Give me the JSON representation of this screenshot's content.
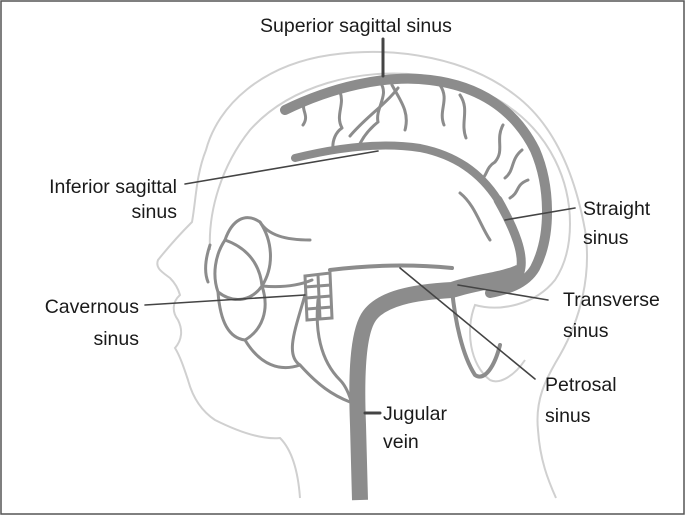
{
  "diagram": {
    "colors": {
      "outline": "#cfcfcf",
      "vessel": "#8c8c8c",
      "leader": "#444444",
      "frame": "#555555",
      "text": "#1a1a1a"
    },
    "labels": {
      "superior_sagittal": "Superior sagittal sinus",
      "inferior_sagittal_1": "Inferior sagittal",
      "inferior_sagittal_2": "sinus",
      "straight_1": "Straight",
      "straight_2": "sinus",
      "cavernous_1": "Cavernous",
      "cavernous_2": "sinus",
      "transverse_1": "Transverse",
      "transverse_2": "sinus",
      "petrosal_1": "Petrosal",
      "petrosal_2": "sinus",
      "jugular_1": "Jugular",
      "jugular_2": "vein"
    }
  }
}
